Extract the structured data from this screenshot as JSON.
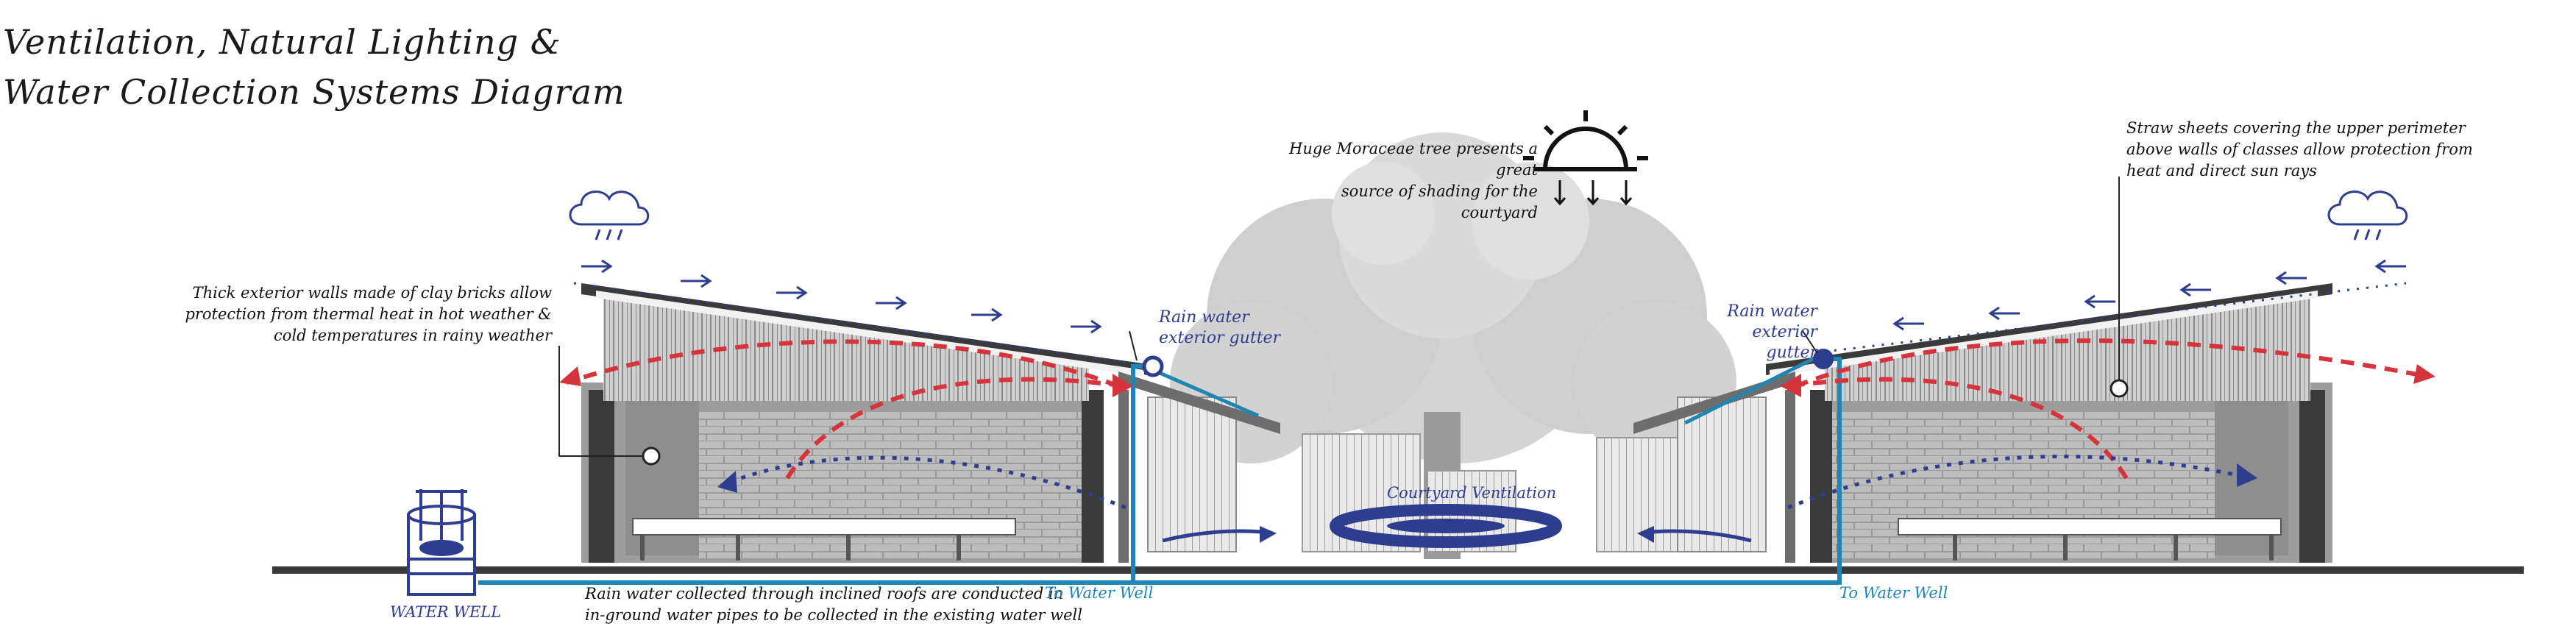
{
  "title": {
    "line1": "Ventilation,  Natural  Lighting  &",
    "line2": "Water Collection Systems Diagram"
  },
  "notes": {
    "tree": [
      "Huge Moraceae tree presents a great",
      "source  of  shading  for the courtyard"
    ],
    "straw": [
      "Straw  sheets covering the upper perimeter",
      "above walls of classes allow protection from",
      "heat and direct sun rays"
    ],
    "walls": [
      "Thick exterior walls made of clay bricks allow",
      "protection from thermal heat in hot weather &",
      "cold temperatures in rainy weather"
    ],
    "rain_pipe": [
      "Rain water  collected through inclined roofs  are  conducted  in",
      "in-ground water pipes to be collected in the existing water well"
    ]
  },
  "labels": {
    "gutter_left": [
      "Rain water",
      "exterior gutter"
    ],
    "gutter_right": [
      "Rain water",
      "exterior gutter"
    ],
    "courtyard": "Courtyard Ventilation",
    "well": "WATER WELL",
    "to_well_left": "To Water Well",
    "to_well_right": "To Water Well"
  },
  "colors": {
    "wind_arrow": "#2f3d8f",
    "hot_air": "#d6343c",
    "cool_air": "#2f3d8f",
    "water_pipe": "#1f86b3",
    "structure": "#3a3a3a",
    "brick_wall": "#b7b7b7",
    "tree": "#c9c9c9"
  },
  "icons": {
    "weather_left": "rain-cloud-icon",
    "weather_right": "rain-cloud-icon",
    "sun": "sun-icon",
    "well": "water-well-icon"
  }
}
